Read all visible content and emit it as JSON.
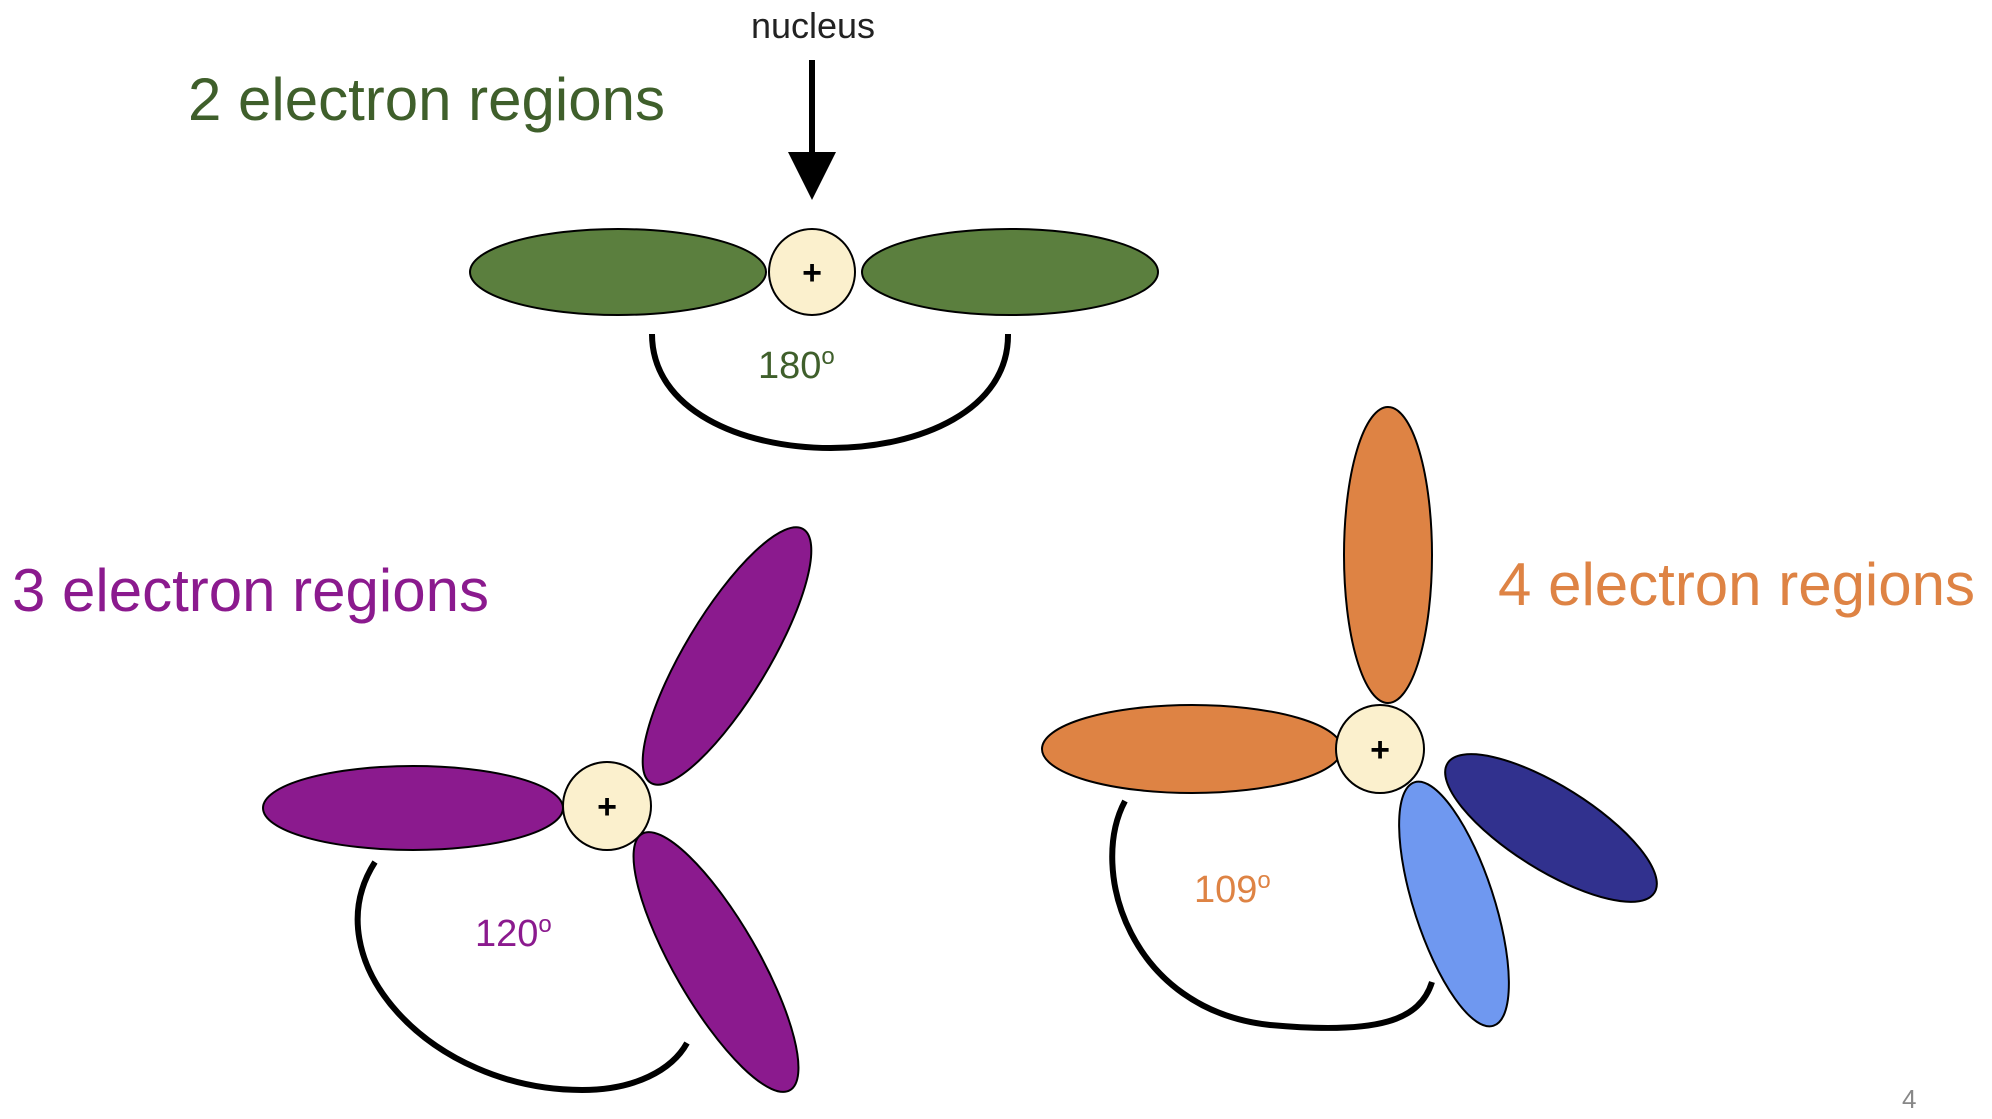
{
  "nucleus_label": "nucleus",
  "nucleus_symbol": "+",
  "page_number": "4",
  "colors": {
    "two_region": "#5b7f3e",
    "two_region_text": "#3f5f2b",
    "three_region": "#8b1a8e",
    "four_region": "#de8344",
    "four_region_dark": "#31318e",
    "four_region_light": "#6f98f0",
    "nucleus_fill": "#fbf0cd"
  },
  "groups": [
    {
      "title": "2 electron regions",
      "angle_value": "180",
      "angle_unit": "o"
    },
    {
      "title": "3 electron regions",
      "angle_value": "120",
      "angle_unit": "o"
    },
    {
      "title": "4 electron regions",
      "angle_value": "109",
      "angle_unit": "o"
    }
  ]
}
